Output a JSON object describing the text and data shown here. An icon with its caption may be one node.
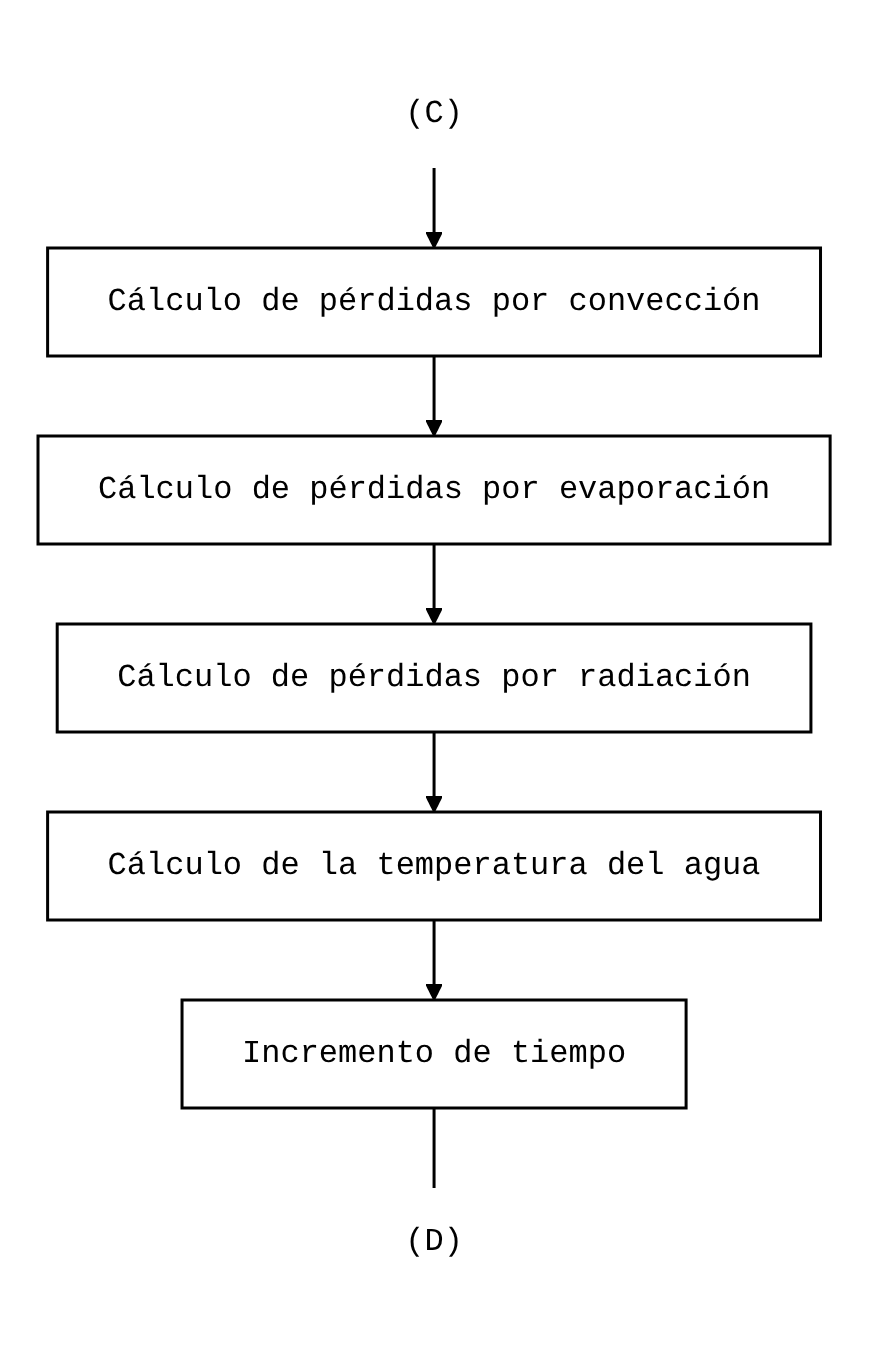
{
  "diagram": {
    "nodes": [
      {
        "text": [
          "(C)"
        ]
      },
      {
        "text": [
          "Cálculo de pérdidas por convección"
        ]
      },
      {
        "text": [
          "Cálculo de pérdidas por evaporación"
        ]
      },
      {
        "text": [
          "Cálculo de pérdidas por radiación"
        ]
      },
      {
        "text": [
          "Cálculo de la temperatura del agua"
        ]
      },
      {
        "text": [
          "Incremento de tiempo"
        ]
      },
      {
        "text": [
          "(D)"
        ]
      }
    ],
    "edges": [
      {
        "from": 0,
        "to": 1,
        "arrow": "to"
      },
      {
        "from": 1,
        "to": 2,
        "arrow": "to"
      },
      {
        "from": 2,
        "to": 3,
        "arrow": "to"
      },
      {
        "from": 3,
        "to": 4,
        "arrow": "to"
      },
      {
        "from": 4,
        "to": 5,
        "arrow": "to"
      },
      {
        "from": 5,
        "to": 6,
        "arrow": "none"
      }
    ]
  }
}
